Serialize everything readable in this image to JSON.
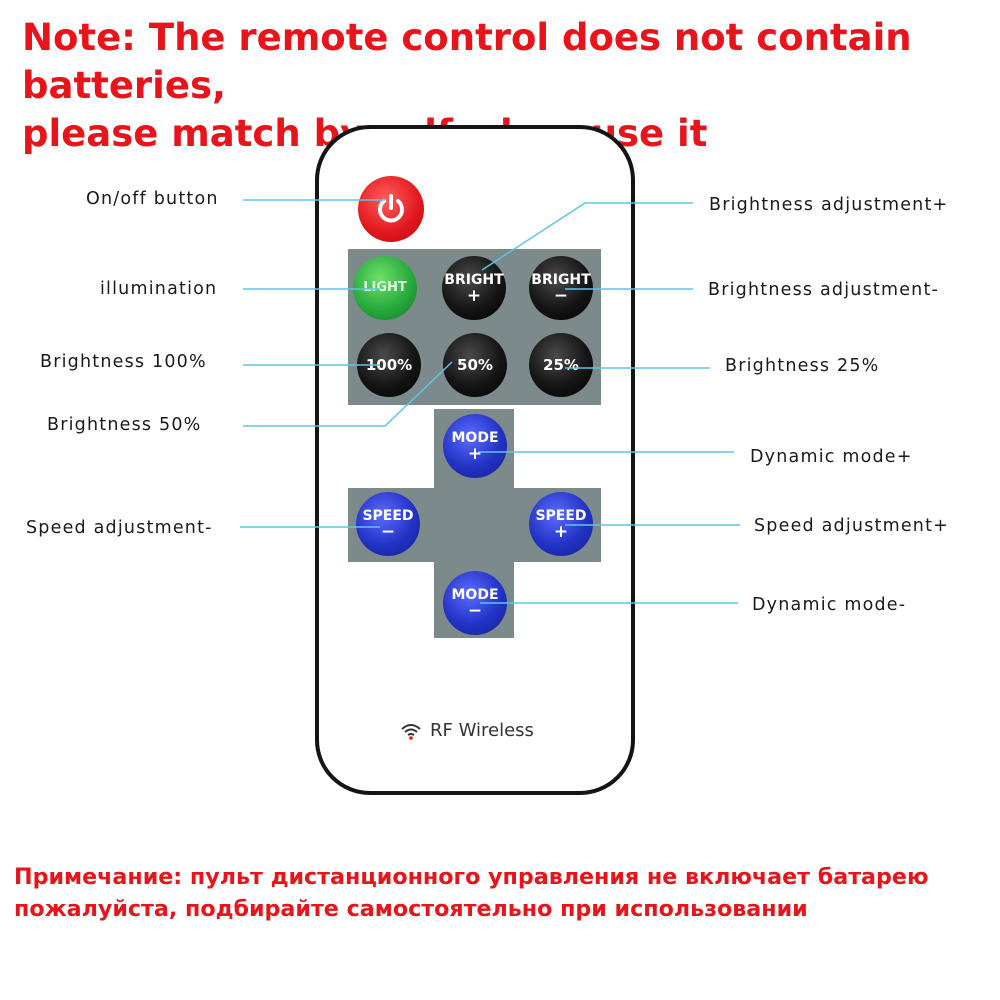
{
  "notes": {
    "english_line1": "Note: The remote control does not contain batteries,",
    "english_line2": "please match by self when use it",
    "russian_line1": "Примечание: пульт дистанционного управления не включает батарею",
    "russian_line2": "пожалуйста, подбирайте самостоятельно при использовании"
  },
  "remote": {
    "footer_text": "RF Wireless",
    "buttons": {
      "light": "LIGHT",
      "bright_up_top": "BRIGHT",
      "bright_up_sign": "+",
      "bright_down_top": "BRIGHT",
      "bright_down_sign": "−",
      "p100": "100%",
      "p50": "50%",
      "p25": "25%",
      "mode_up_top": "MODE",
      "mode_up_sign": "+",
      "mode_down_top": "MODE",
      "mode_down_sign": "−",
      "speed_down_top": "SPEED",
      "speed_down_sign": "−",
      "speed_up_top": "SPEED",
      "speed_up_sign": "+"
    }
  },
  "labels": {
    "on_off": "On/off button",
    "illumination": "illumination",
    "brightness_100": "Brightness 100%",
    "brightness_50": "Brightness 50%",
    "speed_minus": "Speed adjustment-",
    "brightness_plus": "Brightness adjustment+",
    "brightness_minus": "Brightness adjustment-",
    "brightness_25": "Brightness 25%",
    "dynamic_plus": "Dynamic mode+",
    "speed_plus": "Speed adjustment+",
    "dynamic_minus": "Dynamic mode-"
  },
  "colors": {
    "note_red": "#e8141b",
    "leader_line": "#5bc6e6",
    "panel_gray": "#7c8a8c",
    "button_blue": "#2233c6",
    "button_green": "#23a63a",
    "button_red": "#e1161c"
  }
}
